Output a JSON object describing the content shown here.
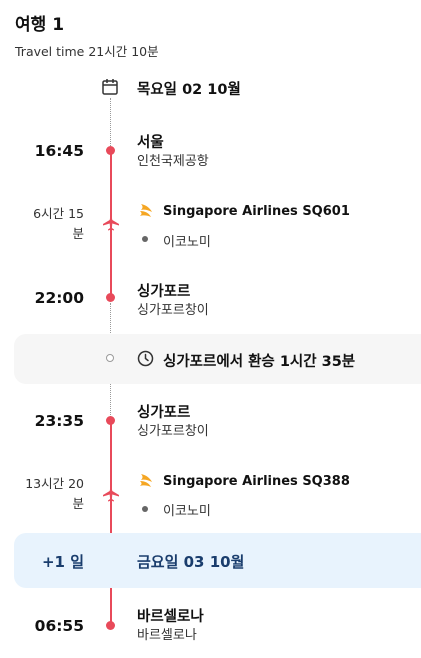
{
  "trip": {
    "title": "여행 1",
    "travel_time": "Travel time 21시간 10분",
    "start_date": "목요일 02 10월"
  },
  "segments": [
    {
      "dep_time": "16:45",
      "dep_city": "서울",
      "dep_airport": "인천국제공항",
      "duration_line1": "6시간 15",
      "duration_line2": "분",
      "airline": "Singapore Airlines SQ601",
      "cabin": "이코노미",
      "arr_time": "22:00",
      "arr_city": "싱가포르",
      "arr_airport": "싱가포르창이"
    },
    {
      "dep_time": "23:35",
      "dep_city": "싱가포르",
      "dep_airport": "싱가포르창이",
      "duration_line1": "13시간 20",
      "duration_line2": "분",
      "airline": "Singapore Airlines SQ388",
      "cabin": "이코노미",
      "arr_time": "06:55",
      "arr_city": "바르셀로나",
      "arr_airport": "바르셀로나"
    }
  ],
  "layover": {
    "text": "싱가포르에서 환승 1시간 35분"
  },
  "day_change": {
    "offset": "+1 일",
    "date": "금요일 03 10월"
  },
  "colors": {
    "route": "#e84a5a",
    "day_bar": "#e8f3fd",
    "day_text": "#1a3d6d",
    "layover_bg": "#f6f6f6"
  },
  "icons": {
    "date": "calendar-icon",
    "airline": "singapore-airlines-logo",
    "flight": "plane-icon",
    "layover": "clock-icon"
  }
}
